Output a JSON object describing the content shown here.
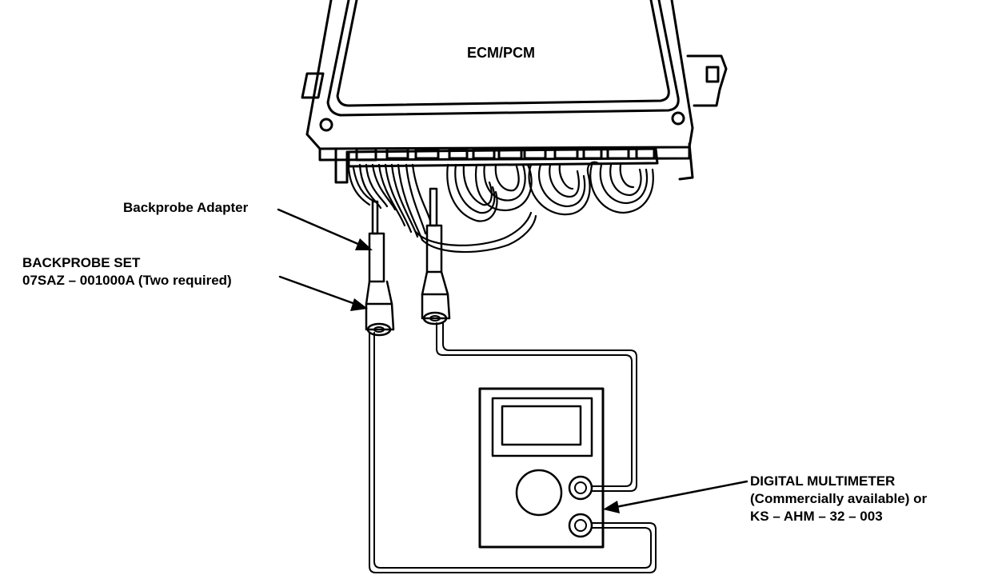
{
  "labels": {
    "ecm": "ECM/PCM",
    "backprobe_adapter": "Backprobe Adapter",
    "backprobe_set_line1": "BACKPROBE SET",
    "backprobe_set_line2": "07SAZ – 001000A (Two required)",
    "multimeter_line1": "DIGITAL MULTIMETER",
    "multimeter_line2": "(Commercially available) or",
    "multimeter_line3": "KS – AHM – 32 – 003"
  },
  "colors": {
    "ink": "#000000",
    "paper": "#ffffff"
  }
}
